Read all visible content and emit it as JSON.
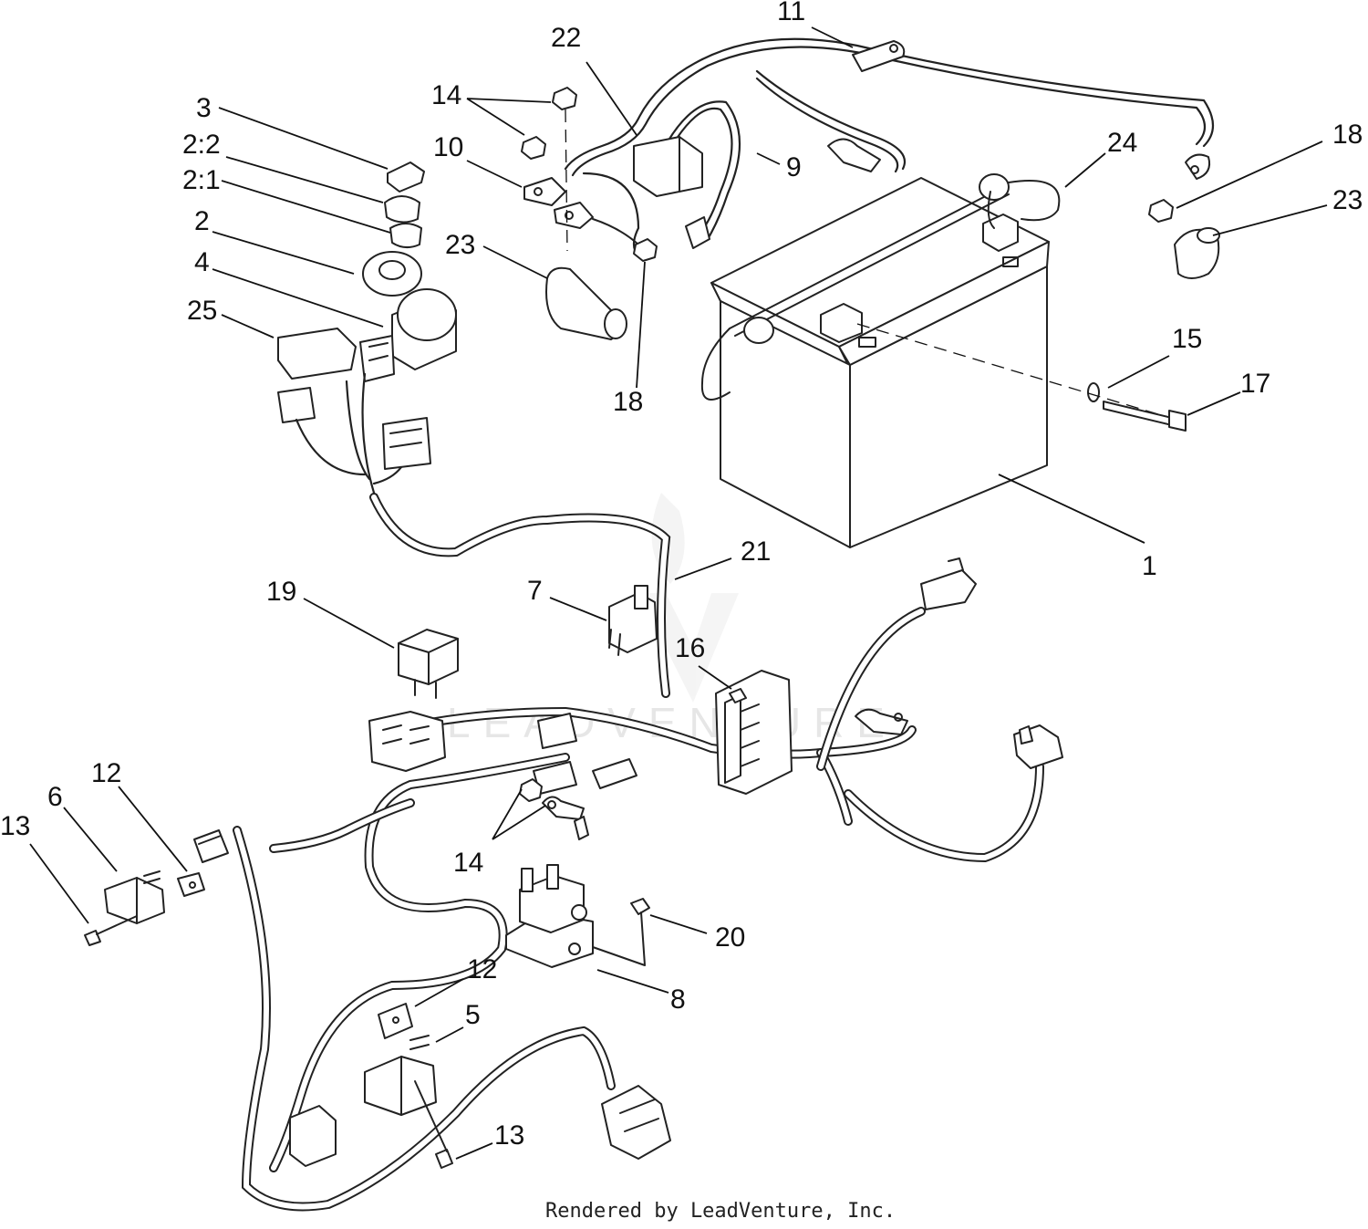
{
  "callouts": [
    {
      "id": "c1",
      "label": "1"
    },
    {
      "id": "c2",
      "label": "2"
    },
    {
      "id": "c2_1",
      "label": "2:1"
    },
    {
      "id": "c2_2",
      "label": "2:2"
    },
    {
      "id": "c3",
      "label": "3"
    },
    {
      "id": "c4",
      "label": "4"
    },
    {
      "id": "c5",
      "label": "5"
    },
    {
      "id": "c6",
      "label": "6"
    },
    {
      "id": "c7",
      "label": "7"
    },
    {
      "id": "c8",
      "label": "8"
    },
    {
      "id": "c9",
      "label": "9"
    },
    {
      "id": "c10",
      "label": "10"
    },
    {
      "id": "c11",
      "label": "11"
    },
    {
      "id": "c12a",
      "label": "12"
    },
    {
      "id": "c12b",
      "label": "12"
    },
    {
      "id": "c13a",
      "label": "13"
    },
    {
      "id": "c13b",
      "label": "13"
    },
    {
      "id": "c14a",
      "label": "14"
    },
    {
      "id": "c14b",
      "label": "14"
    },
    {
      "id": "c15",
      "label": "15"
    },
    {
      "id": "c16",
      "label": "16"
    },
    {
      "id": "c17",
      "label": "17"
    },
    {
      "id": "c18a",
      "label": "18"
    },
    {
      "id": "c18b",
      "label": "18"
    },
    {
      "id": "c19",
      "label": "19"
    },
    {
      "id": "c20",
      "label": "20"
    },
    {
      "id": "c21",
      "label": "21"
    },
    {
      "id": "c22",
      "label": "22"
    },
    {
      "id": "c23a",
      "label": "23"
    },
    {
      "id": "c23b",
      "label": "23"
    },
    {
      "id": "c24",
      "label": "24"
    },
    {
      "id": "c25",
      "label": "25"
    }
  ],
  "watermark": "LEADVENTURE",
  "credit": "Rendered by LeadVenture, Inc.",
  "colors": {
    "line": "#222222",
    "background": "#ffffff",
    "watermark": "#e6e6e6"
  }
}
